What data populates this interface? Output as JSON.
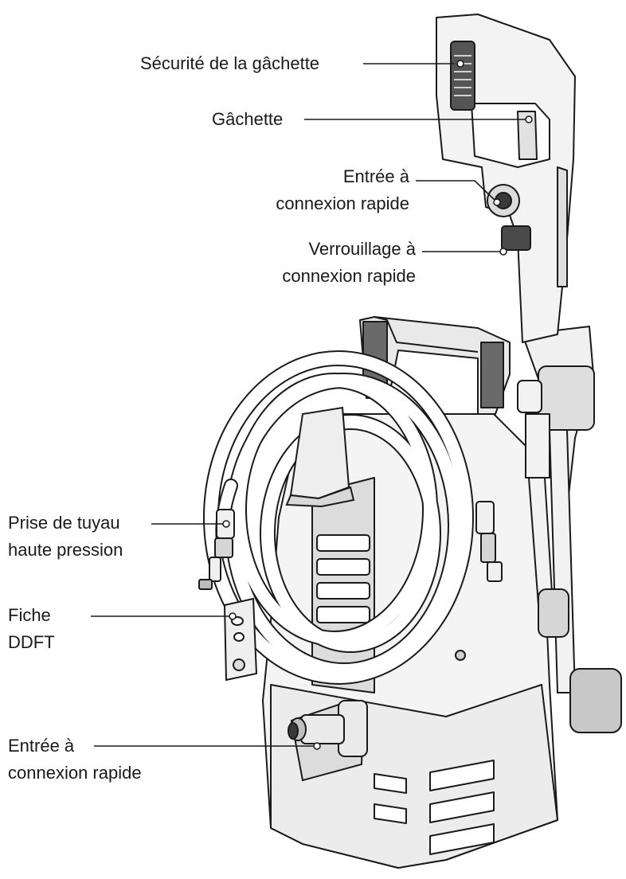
{
  "labels": {
    "trigger_safety": "Sécurité de la gâchette",
    "trigger": "Gâchette",
    "gun_quick_inlet": [
      "Entrée à",
      "connexion rapide"
    ],
    "quick_lock": [
      "Verrouillage à",
      "connexion rapide"
    ],
    "hose_outlet": [
      "Prise de tuyau",
      "haute pression"
    ],
    "gfci_plug": [
      "Fiche",
      "DDFT"
    ],
    "water_quick_inlet": [
      "Entrée à",
      "connexion rapide"
    ]
  },
  "colors": {
    "ink": "#1a1a1a",
    "body_fill": "#f4f4f4",
    "shade": "#d9d9d9",
    "dark": "#3a3a3a"
  },
  "icons": [
    "pressure-washer-illustration",
    "spray-gun",
    "coiled-hose",
    "gfci-plug",
    "water-inlet"
  ]
}
